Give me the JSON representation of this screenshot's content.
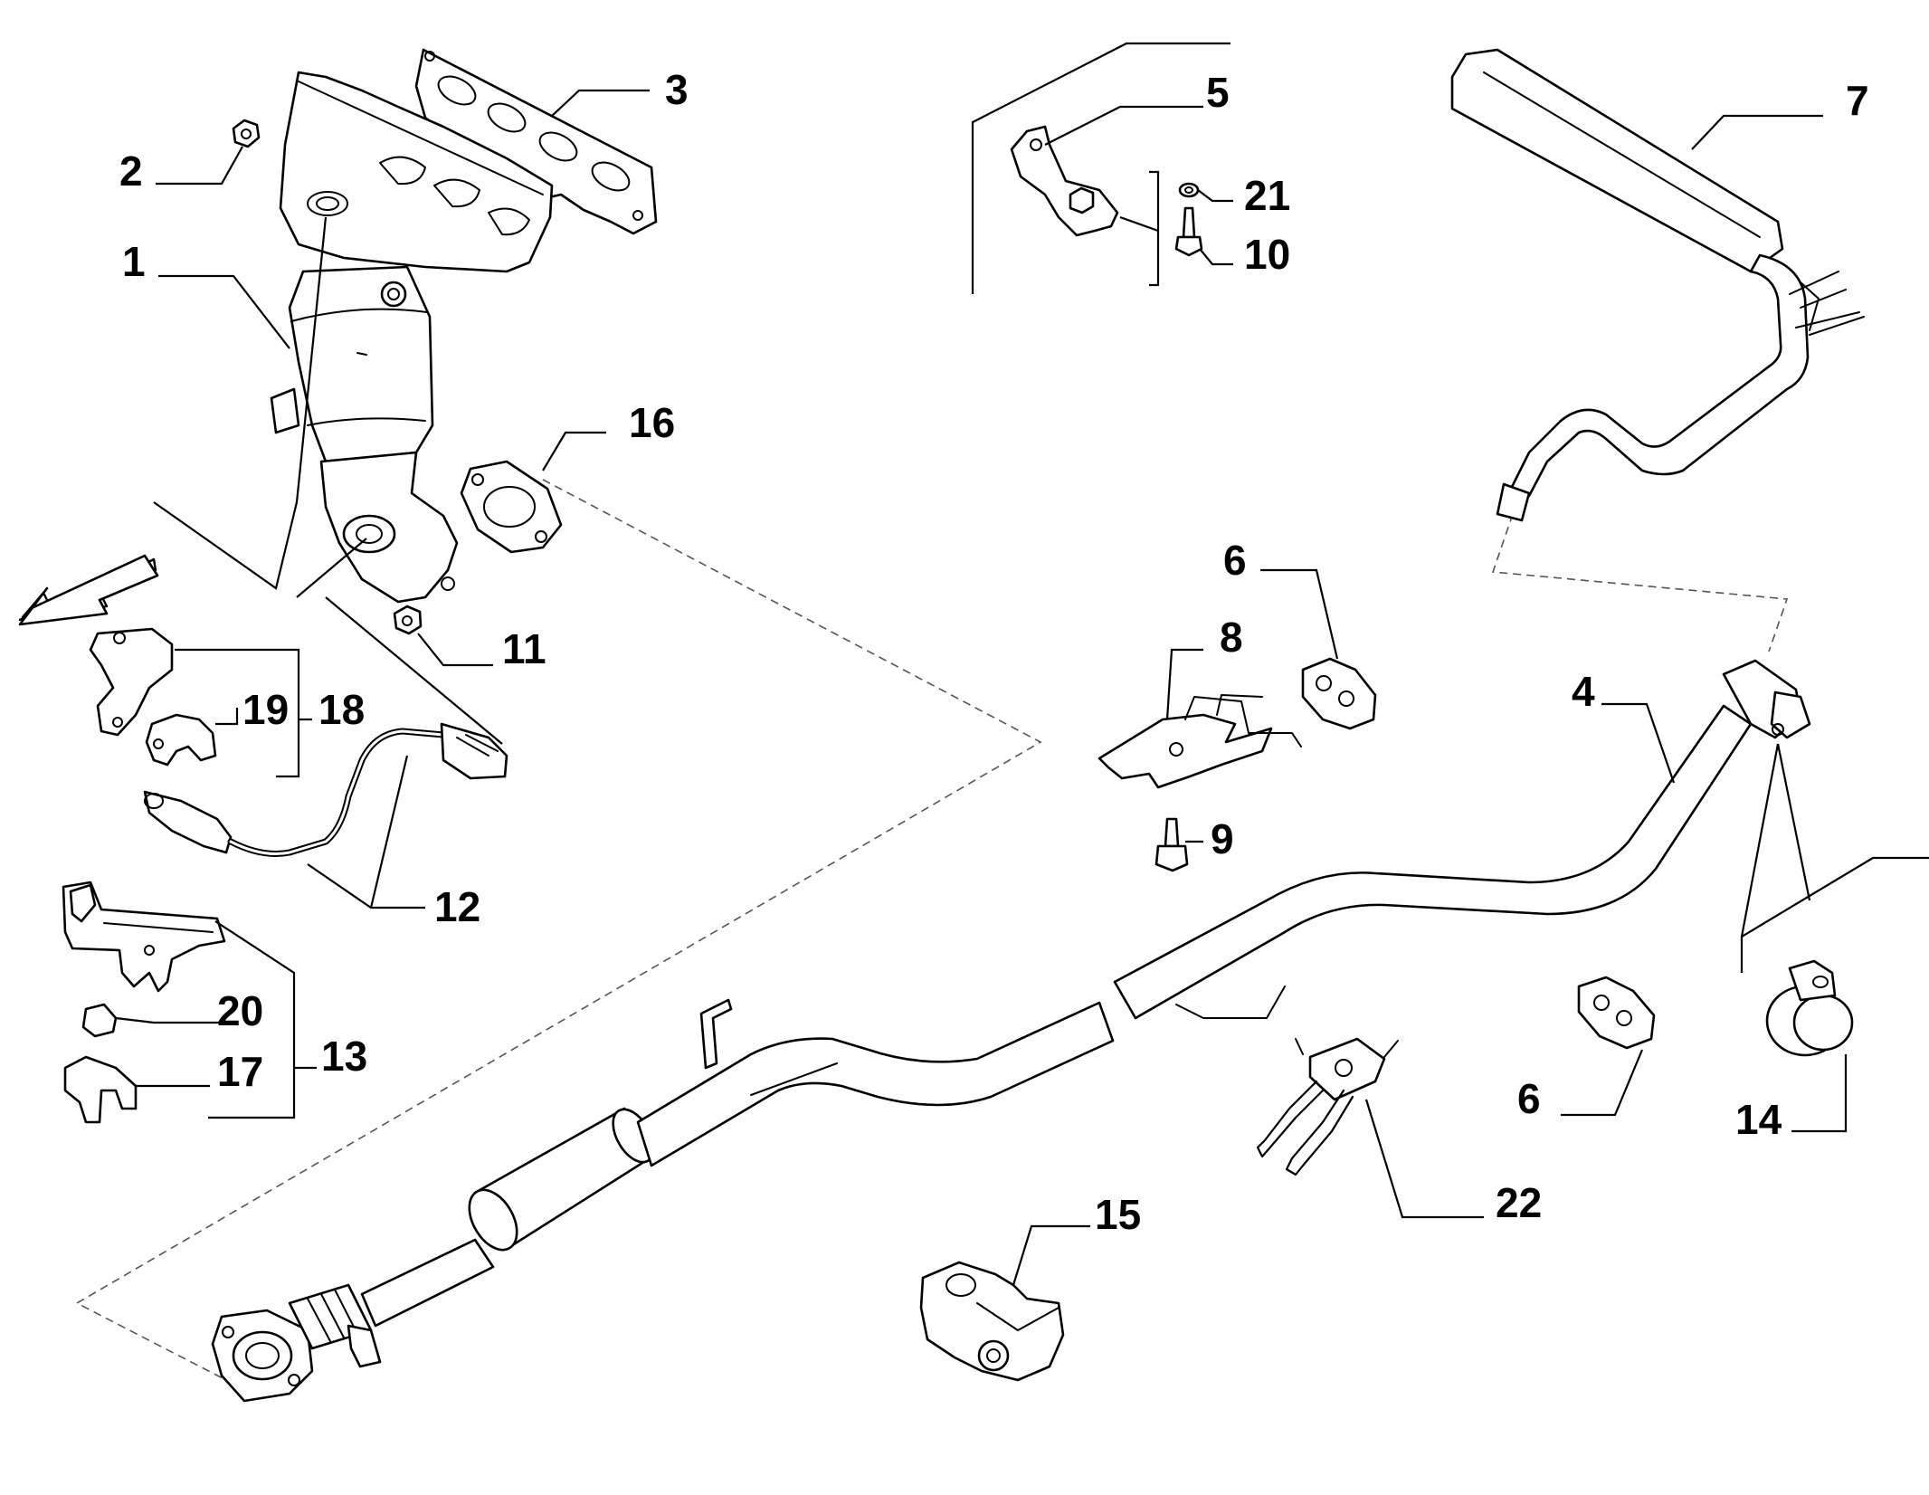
{
  "colors": {
    "line": "#000000",
    "background": "#ffffff",
    "shade": "#d9d9d9"
  },
  "icons": {
    "direction_arrow": "arrow-front-icon"
  },
  "callouts": {
    "c1": "1",
    "c2": "2",
    "c3": "3",
    "c4": "4",
    "c5": "5",
    "c6a": "6",
    "c6b": "6",
    "c7": "7",
    "c8": "8",
    "c9": "9",
    "c10": "10",
    "c11": "11",
    "c12": "12",
    "c13": "13",
    "c14": "14",
    "c15": "15",
    "c16": "16",
    "c17": "17",
    "c18": "18",
    "c19": "19",
    "c20": "20",
    "c21": "21",
    "c22": "22"
  }
}
